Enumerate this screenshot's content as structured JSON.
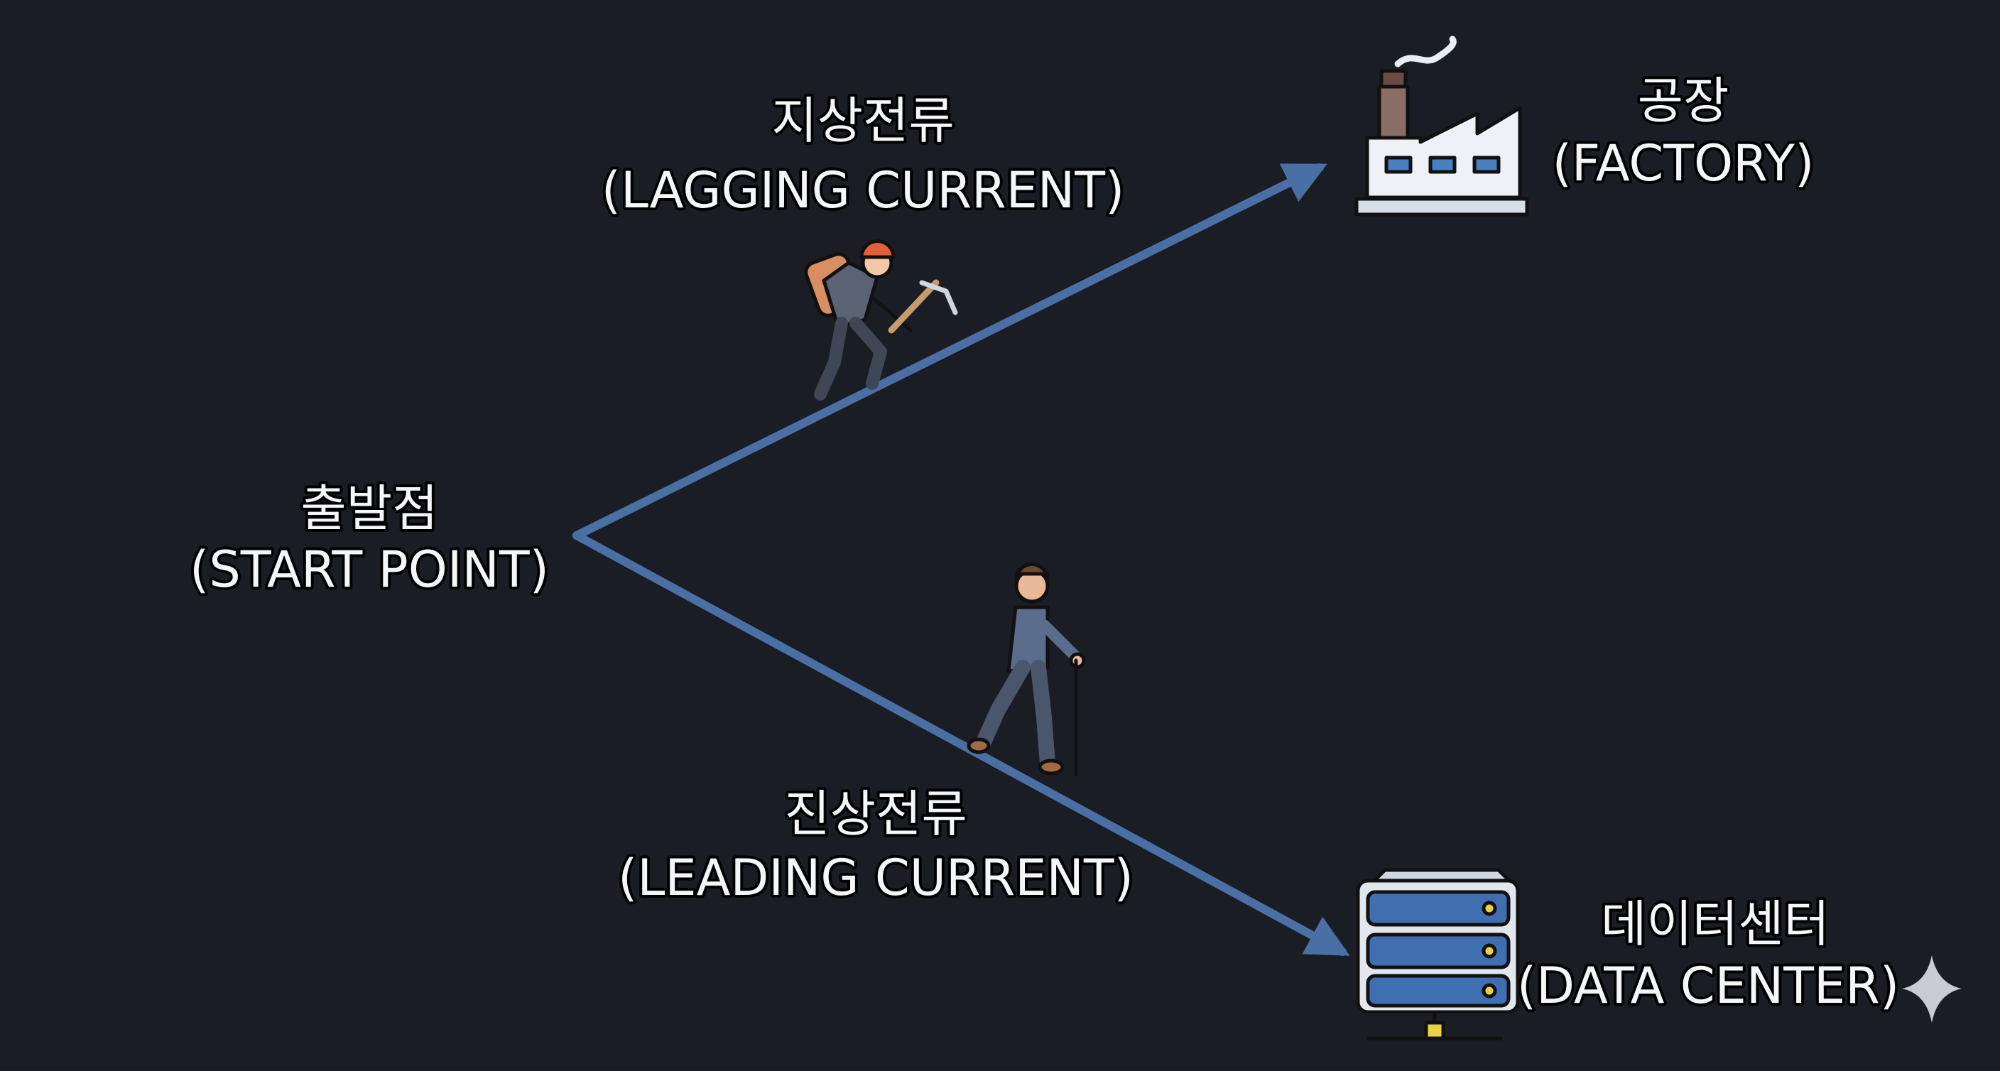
{
  "start": {
    "korean": "출발점",
    "english": "(START POINT)"
  },
  "lagging": {
    "korean": "지상전류",
    "english": "(LAGGING CURRENT)"
  },
  "leading": {
    "korean": "진상전류",
    "english": "(LEADING CURRENT)"
  },
  "factory": {
    "korean": "공장",
    "english": "(FACTORY)"
  },
  "datacenter": {
    "korean": "데이터센터",
    "english": "(DATA CENTER)"
  },
  "colors": {
    "background": "#1a1d23",
    "arrow": "#4a6fa5",
    "text": "#f4f6f9",
    "server_accent": "#e8d24a"
  },
  "icons": [
    "climber-icon",
    "walker-icon",
    "factory-icon",
    "server-icon",
    "sparkle-icon"
  ]
}
